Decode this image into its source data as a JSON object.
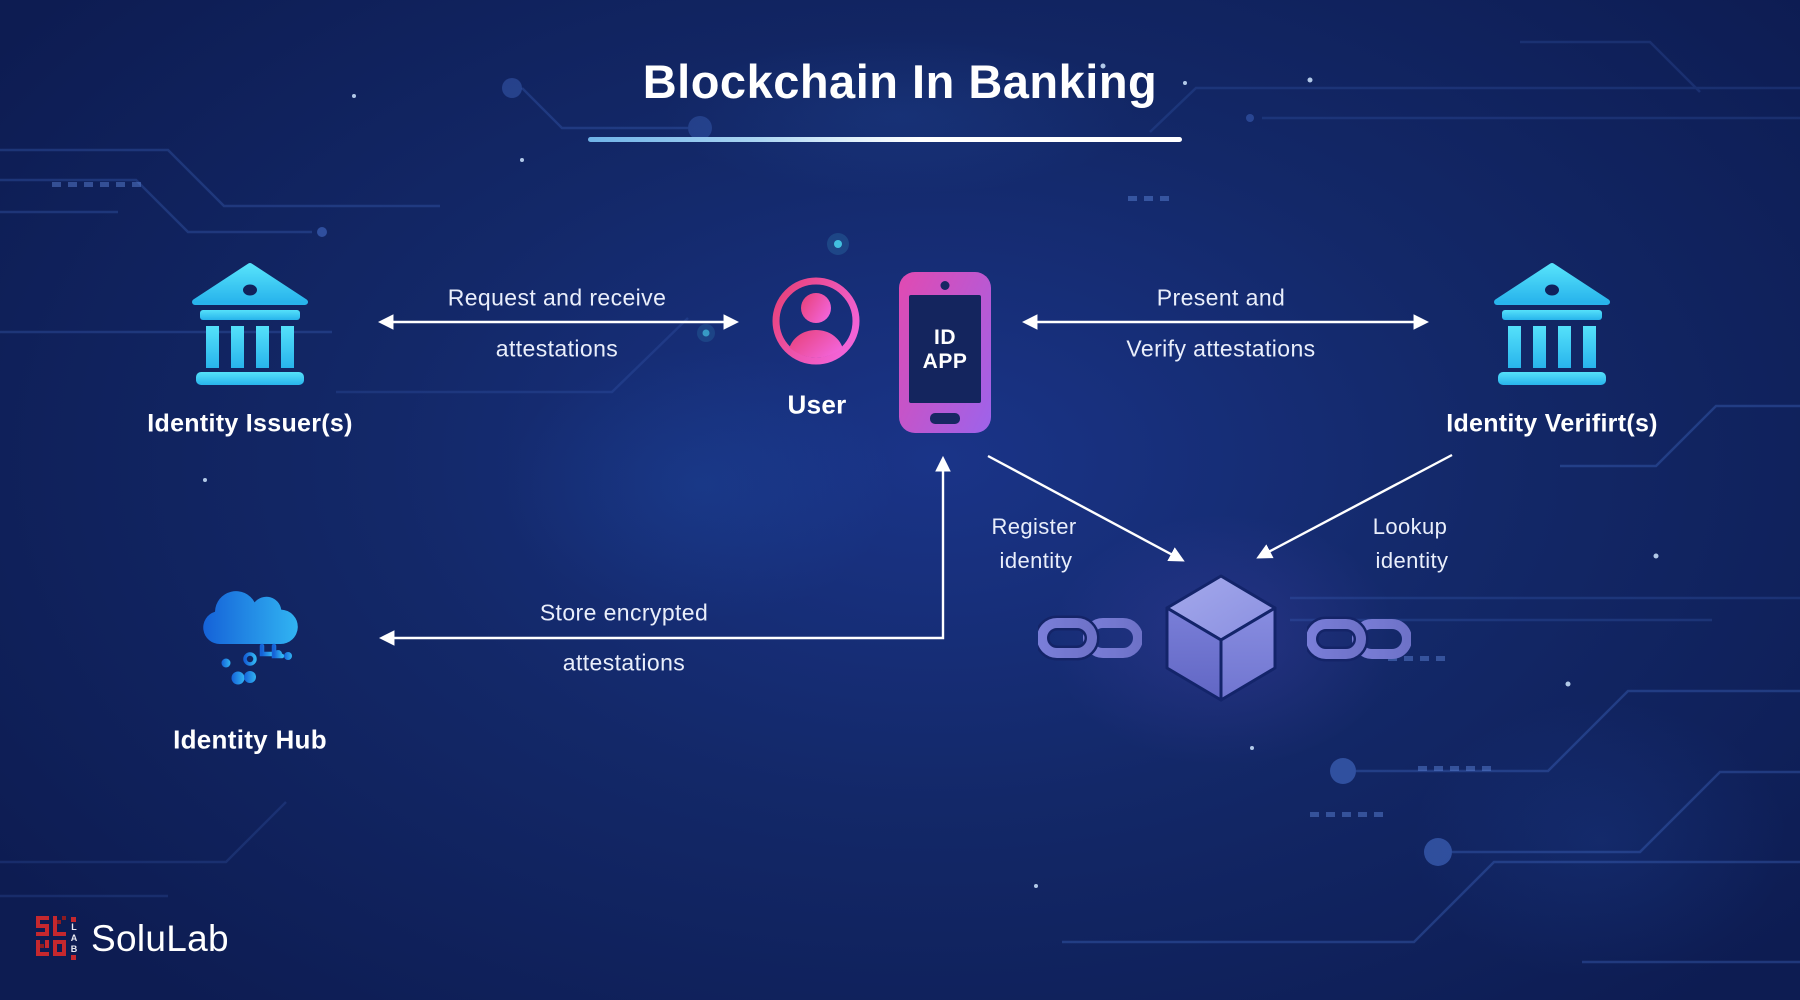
{
  "title": {
    "text": "Blockchain In Banking"
  },
  "nodes": {
    "identity_issuer": {
      "label": "Identity Issuer(s)",
      "icon": "bank-icon"
    },
    "user": {
      "label": "User",
      "icon": "person-circle-icon"
    },
    "id_app": {
      "screen_line1": "ID",
      "screen_line2": "APP",
      "icon": "smartphone-icon"
    },
    "identity_verifier": {
      "label": "Identity Verifirt(s)",
      "icon": "bank-icon"
    },
    "identity_hub": {
      "label": "Identity Hub",
      "icon": "cloud-circuit-icon"
    },
    "blockchain": {
      "icon": "blockchain-cube-and-chains-icon"
    }
  },
  "flows": {
    "request_attestations": {
      "line1": "Request and receive",
      "line2": "attestations",
      "direction": "bidirectional"
    },
    "present_attestations": {
      "line1": "Present and",
      "line2": "Verify attestations",
      "direction": "bidirectional"
    },
    "register_identity": {
      "line1": "Register",
      "line2": "identity",
      "direction": "phone-to-blockchain"
    },
    "lookup_identity": {
      "line1": "Lookup",
      "line2": "identity",
      "direction": "verifier-to-blockchain"
    },
    "store_attestations": {
      "line1": "Store encrypted",
      "line2": "attestations",
      "direction": "phone-to-hub"
    }
  },
  "footer": {
    "brand": "SoluLab",
    "brand_mark": "LAB"
  },
  "colors": {
    "background_deep": "#0d1c52",
    "background_mid": "#132868",
    "accent_cyan": "#3cd4f5",
    "accent_blue_cloud_left": "#1562d8",
    "accent_blue_cloud_right": "#31b4f2",
    "pink": "#e8417d",
    "magenta": "#ee61d2",
    "phone_pink": "#de4bb4",
    "phone_purple": "#a062e8",
    "cube_top": "#9a9fe8",
    "cube_left": "#6d72cd",
    "cube_right": "#7e83da",
    "chain_purple": "#7579d2",
    "arrow_white": "#ffffff",
    "logo_red": "#c5282e"
  }
}
